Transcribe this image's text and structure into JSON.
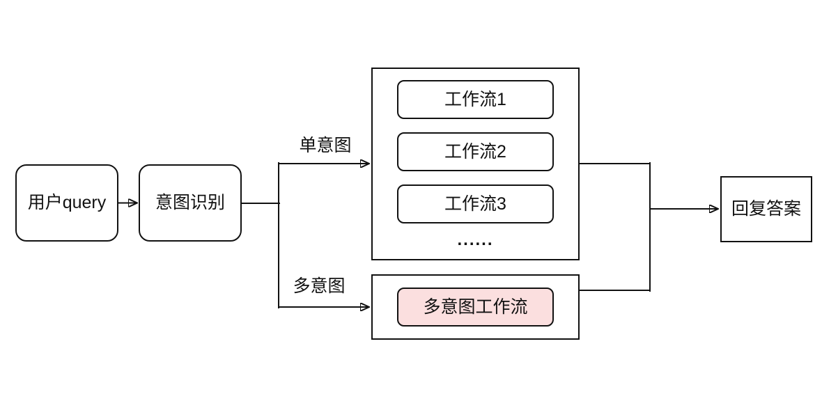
{
  "diagram": {
    "nodes": {
      "user_query": "用户query",
      "intent_recognition": "意图识别",
      "workflow_1": "工作流1",
      "workflow_2": "工作流2",
      "workflow_3": "工作流3",
      "workflows_ellipsis": "......",
      "multi_intent_workflow": "多意图工作流",
      "reply_answer": "回复答案"
    },
    "edge_labels": {
      "single_intent": "单意图",
      "multi_intent": "多意图"
    },
    "colors": {
      "background": "#ffffff",
      "stroke": "#111111",
      "node_fill": "#ffffff",
      "highlight_fill": "#fbdfdf",
      "text": "#111111"
    }
  }
}
